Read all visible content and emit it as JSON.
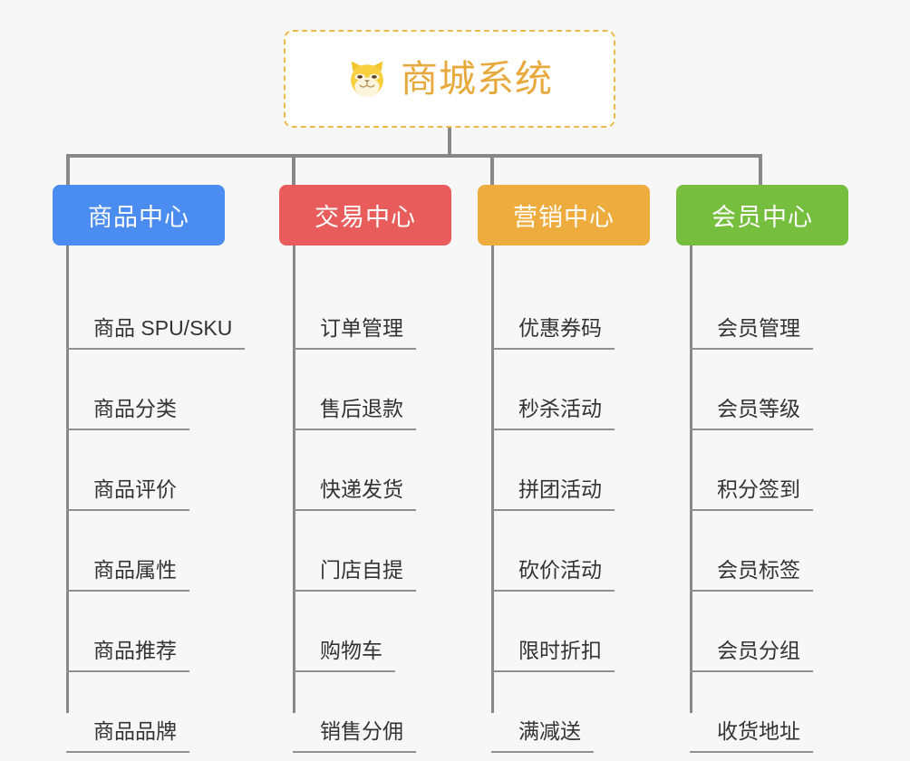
{
  "page": {
    "background_color": "#f7f7f7",
    "connector_color": "#888888",
    "leaf_text_color": "#333333",
    "leaf_underline_color": "#909090"
  },
  "root": {
    "title": "商城系统",
    "icon": "shiba-dog-icon",
    "text_color": "#e8a93c",
    "border_color": "#f0b84a",
    "background_color": "#ffffff"
  },
  "branches": [
    {
      "label": "商品中心",
      "color": "#4a8cf0",
      "items": [
        "商品 SPU/SKU",
        "商品分类",
        "商品评价",
        "商品属性",
        "商品推荐",
        "商品品牌"
      ]
    },
    {
      "label": "交易中心",
      "color": "#e85c5c",
      "items": [
        "订单管理",
        "售后退款",
        "快递发货",
        "门店自提",
        "购物车",
        "销售分佣"
      ]
    },
    {
      "label": "营销中心",
      "color": "#eeac3e",
      "items": [
        "优惠券码",
        "秒杀活动",
        "拼团活动",
        "砍价活动",
        "限时折扣",
        "满减送"
      ]
    },
    {
      "label": "会员中心",
      "color": "#76bf3e",
      "items": [
        "会员管理",
        "会员等级",
        "积分签到",
        "会员标签",
        "会员分组",
        "收货地址"
      ]
    }
  ]
}
